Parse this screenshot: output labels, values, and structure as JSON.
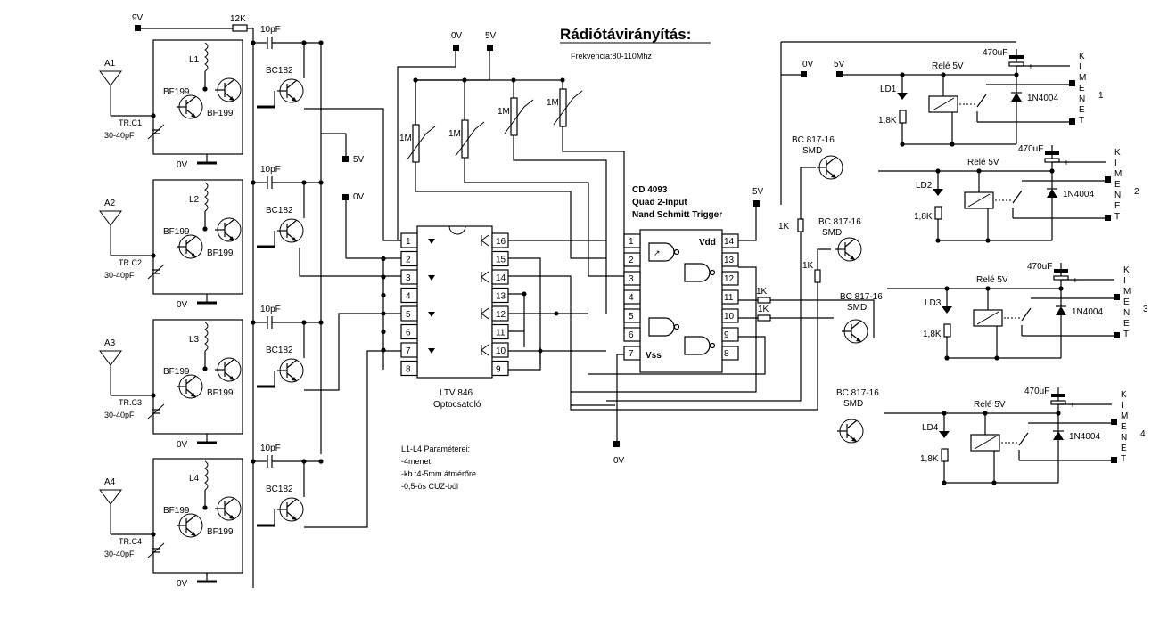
{
  "title": "Rádiótávirányítás:",
  "subtitle": "Frekvencia:80-110Mhz",
  "supply": {
    "v9": "9V",
    "r12k": "12K",
    "v0": "0V",
    "v5": "5V"
  },
  "rx": [
    {
      "antenna": "A1",
      "coil": "L1",
      "tr": "TR.C1",
      "cap_range": "30-40pF",
      "t1": "BF199",
      "t2": "BF199",
      "ground": "0V",
      "coupling": "10pF",
      "amp": "BC182"
    },
    {
      "antenna": "A2",
      "coil": "L2",
      "tr": "TR.C2",
      "cap_range": "30-40pF",
      "t1": "BF199",
      "t2": "BF199",
      "ground": "0V",
      "coupling": "10pF",
      "amp": "BC182"
    },
    {
      "antenna": "A3",
      "coil": "L3",
      "tr": "TR.C3",
      "cap_range": "30-40pF",
      "t1": "BF199",
      "t2": "BF199",
      "ground": "0V",
      "coupling": "10pF",
      "amp": "BC182"
    },
    {
      "antenna": "A4",
      "coil": "L4",
      "tr": "TR.C4",
      "cap_range": "30-40pF",
      "t1": "BF199",
      "t2": "BF199",
      "ground": "0V",
      "coupling": "10pF",
      "amp": "BC182"
    }
  ],
  "rail_labels": {
    "v5": "5V",
    "v0": "0V"
  },
  "pots": {
    "label": "1M",
    "top_0v": "0V",
    "top_5v": "5V"
  },
  "opto": {
    "name": "LTV 846",
    "desc": "Optocsatoló",
    "pins_left": [
      "1",
      "2",
      "3",
      "4",
      "5",
      "6",
      "7",
      "8"
    ],
    "pins_right": [
      "16",
      "15",
      "14",
      "13",
      "12",
      "11",
      "10",
      "9"
    ]
  },
  "ic": {
    "name": "CD 4093",
    "line2": "Quad 2-Input",
    "line3": "Nand Schmitt Trigger",
    "vdd": "Vdd",
    "vss": "Vss",
    "supply": "5V",
    "gnd": "0V",
    "pins_left": [
      "1",
      "2",
      "3",
      "4",
      "5",
      "6",
      "7"
    ],
    "pins_right": [
      "14",
      "13",
      "12",
      "11",
      "10",
      "9",
      "8"
    ]
  },
  "coil_params": {
    "title": "L1-L4 Paraméterei:",
    "lines": [
      "-4menet",
      "-kb.:4-5mm átmérőre",
      "-0,5-ös CUZ-ból"
    ]
  },
  "drivers": {
    "r1k": "1K",
    "transistor": "BC 817-16",
    "smd": "SMD"
  },
  "relay_stages": [
    {
      "led": "LD1",
      "r": "1,8K",
      "relay": "Relé 5V",
      "cap": "470uF",
      "diode": "1N4004",
      "out": "1",
      "kimenet": "KIMENET"
    },
    {
      "led": "LD2",
      "r": "1,8K",
      "relay": "Relé 5V",
      "cap": "470uF",
      "diode": "1N4004",
      "out": "2",
      "kimenet": "KIMENET"
    },
    {
      "led": "LD3",
      "r": "1,8K",
      "relay": "Relé 5V",
      "cap": "470uF",
      "diode": "1N4004",
      "out": "3",
      "kimenet": "KIMENET"
    },
    {
      "led": "LD4",
      "r": "1,8K",
      "relay": "Relé 5V",
      "cap": "470uF",
      "diode": "1N4004",
      "out": "4",
      "kimenet": "KIMENET"
    }
  ],
  "relay_supply": {
    "v0": "0V",
    "v5": "5V"
  }
}
